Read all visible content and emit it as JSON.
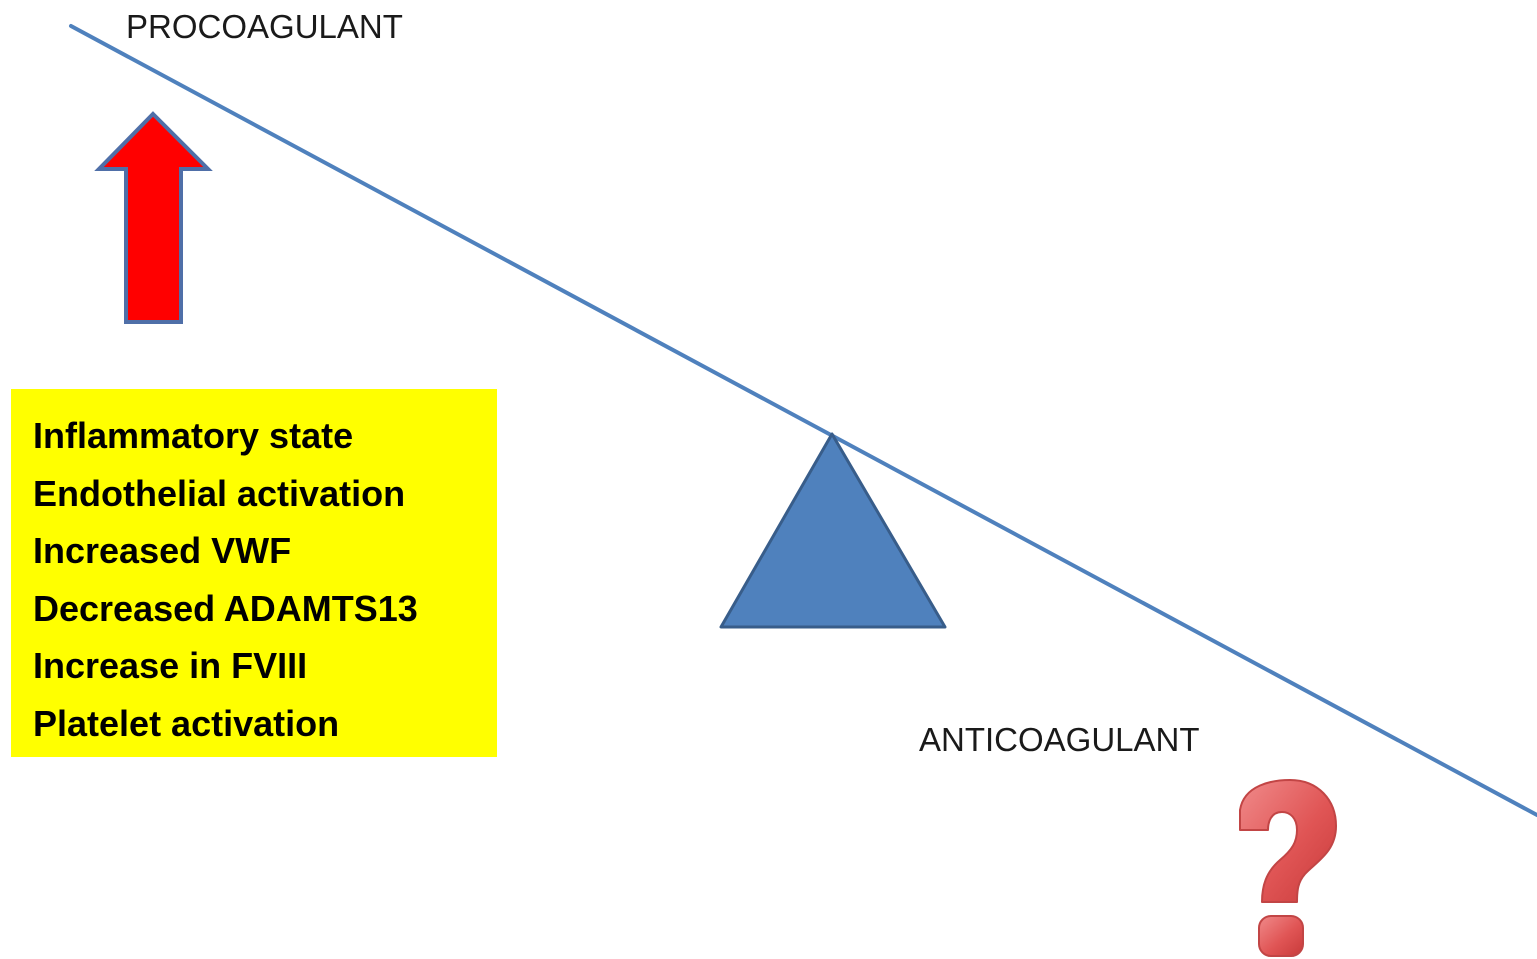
{
  "labels": {
    "procoagulant": "PROCOAGULANT",
    "anticoagulant": "ANTICOAGULANT"
  },
  "factors": [
    "Inflammatory state",
    "Endothelial activation",
    "Increased VWF",
    "Decreased ADAMTS13",
    "Increase in FVIII",
    "Platelet activation"
  ],
  "colors": {
    "beam": "#4f81bd",
    "fulcrum_fill": "#4f81bd",
    "fulcrum_stroke": "#385d8a",
    "arrow_fill": "#ff0000",
    "arrow_stroke": "#4f6fa8",
    "factor_box": "#ffff00",
    "question_mark": "#e06060"
  },
  "icons": {
    "arrow": "up-arrow-icon",
    "question": "question-mark-icon"
  }
}
